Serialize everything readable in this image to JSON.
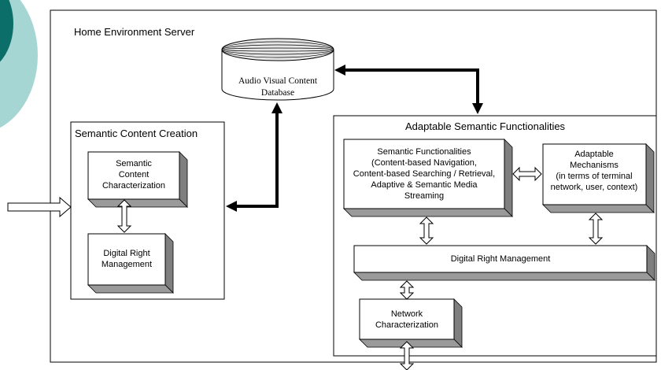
{
  "diagram": {
    "server_title": "Home Environment Server",
    "database": {
      "line1": "Audio Visual Content",
      "line2": "Database"
    },
    "creation": {
      "title": "Semantic Content Creation",
      "characterization": [
        "Semantic",
        "Content",
        "Characterization"
      ],
      "drm": [
        "Digital Right",
        "Management"
      ]
    },
    "adaptable": {
      "title": "Adaptable Semantic Functionalities",
      "functionalities": [
        "Semantic Functionalities",
        "(Content-based Navigation,",
        "Content-based Searching / Retrieval,",
        "Adaptive & Semantic Media",
        "Streaming"
      ],
      "mechanisms": [
        "Adaptable",
        "Mechanisms",
        "(in terms of terminal",
        "network, user, context)"
      ],
      "drm": "Digital Right Management",
      "network": [
        "Network",
        "Characterization"
      ]
    }
  },
  "colors": {
    "decor_dark_teal": "#0b6e69",
    "decor_light_teal": "#a6d6d3",
    "box_face": "#ffffff",
    "box_shadow": "#7f7f7f",
    "line": "#000000"
  }
}
